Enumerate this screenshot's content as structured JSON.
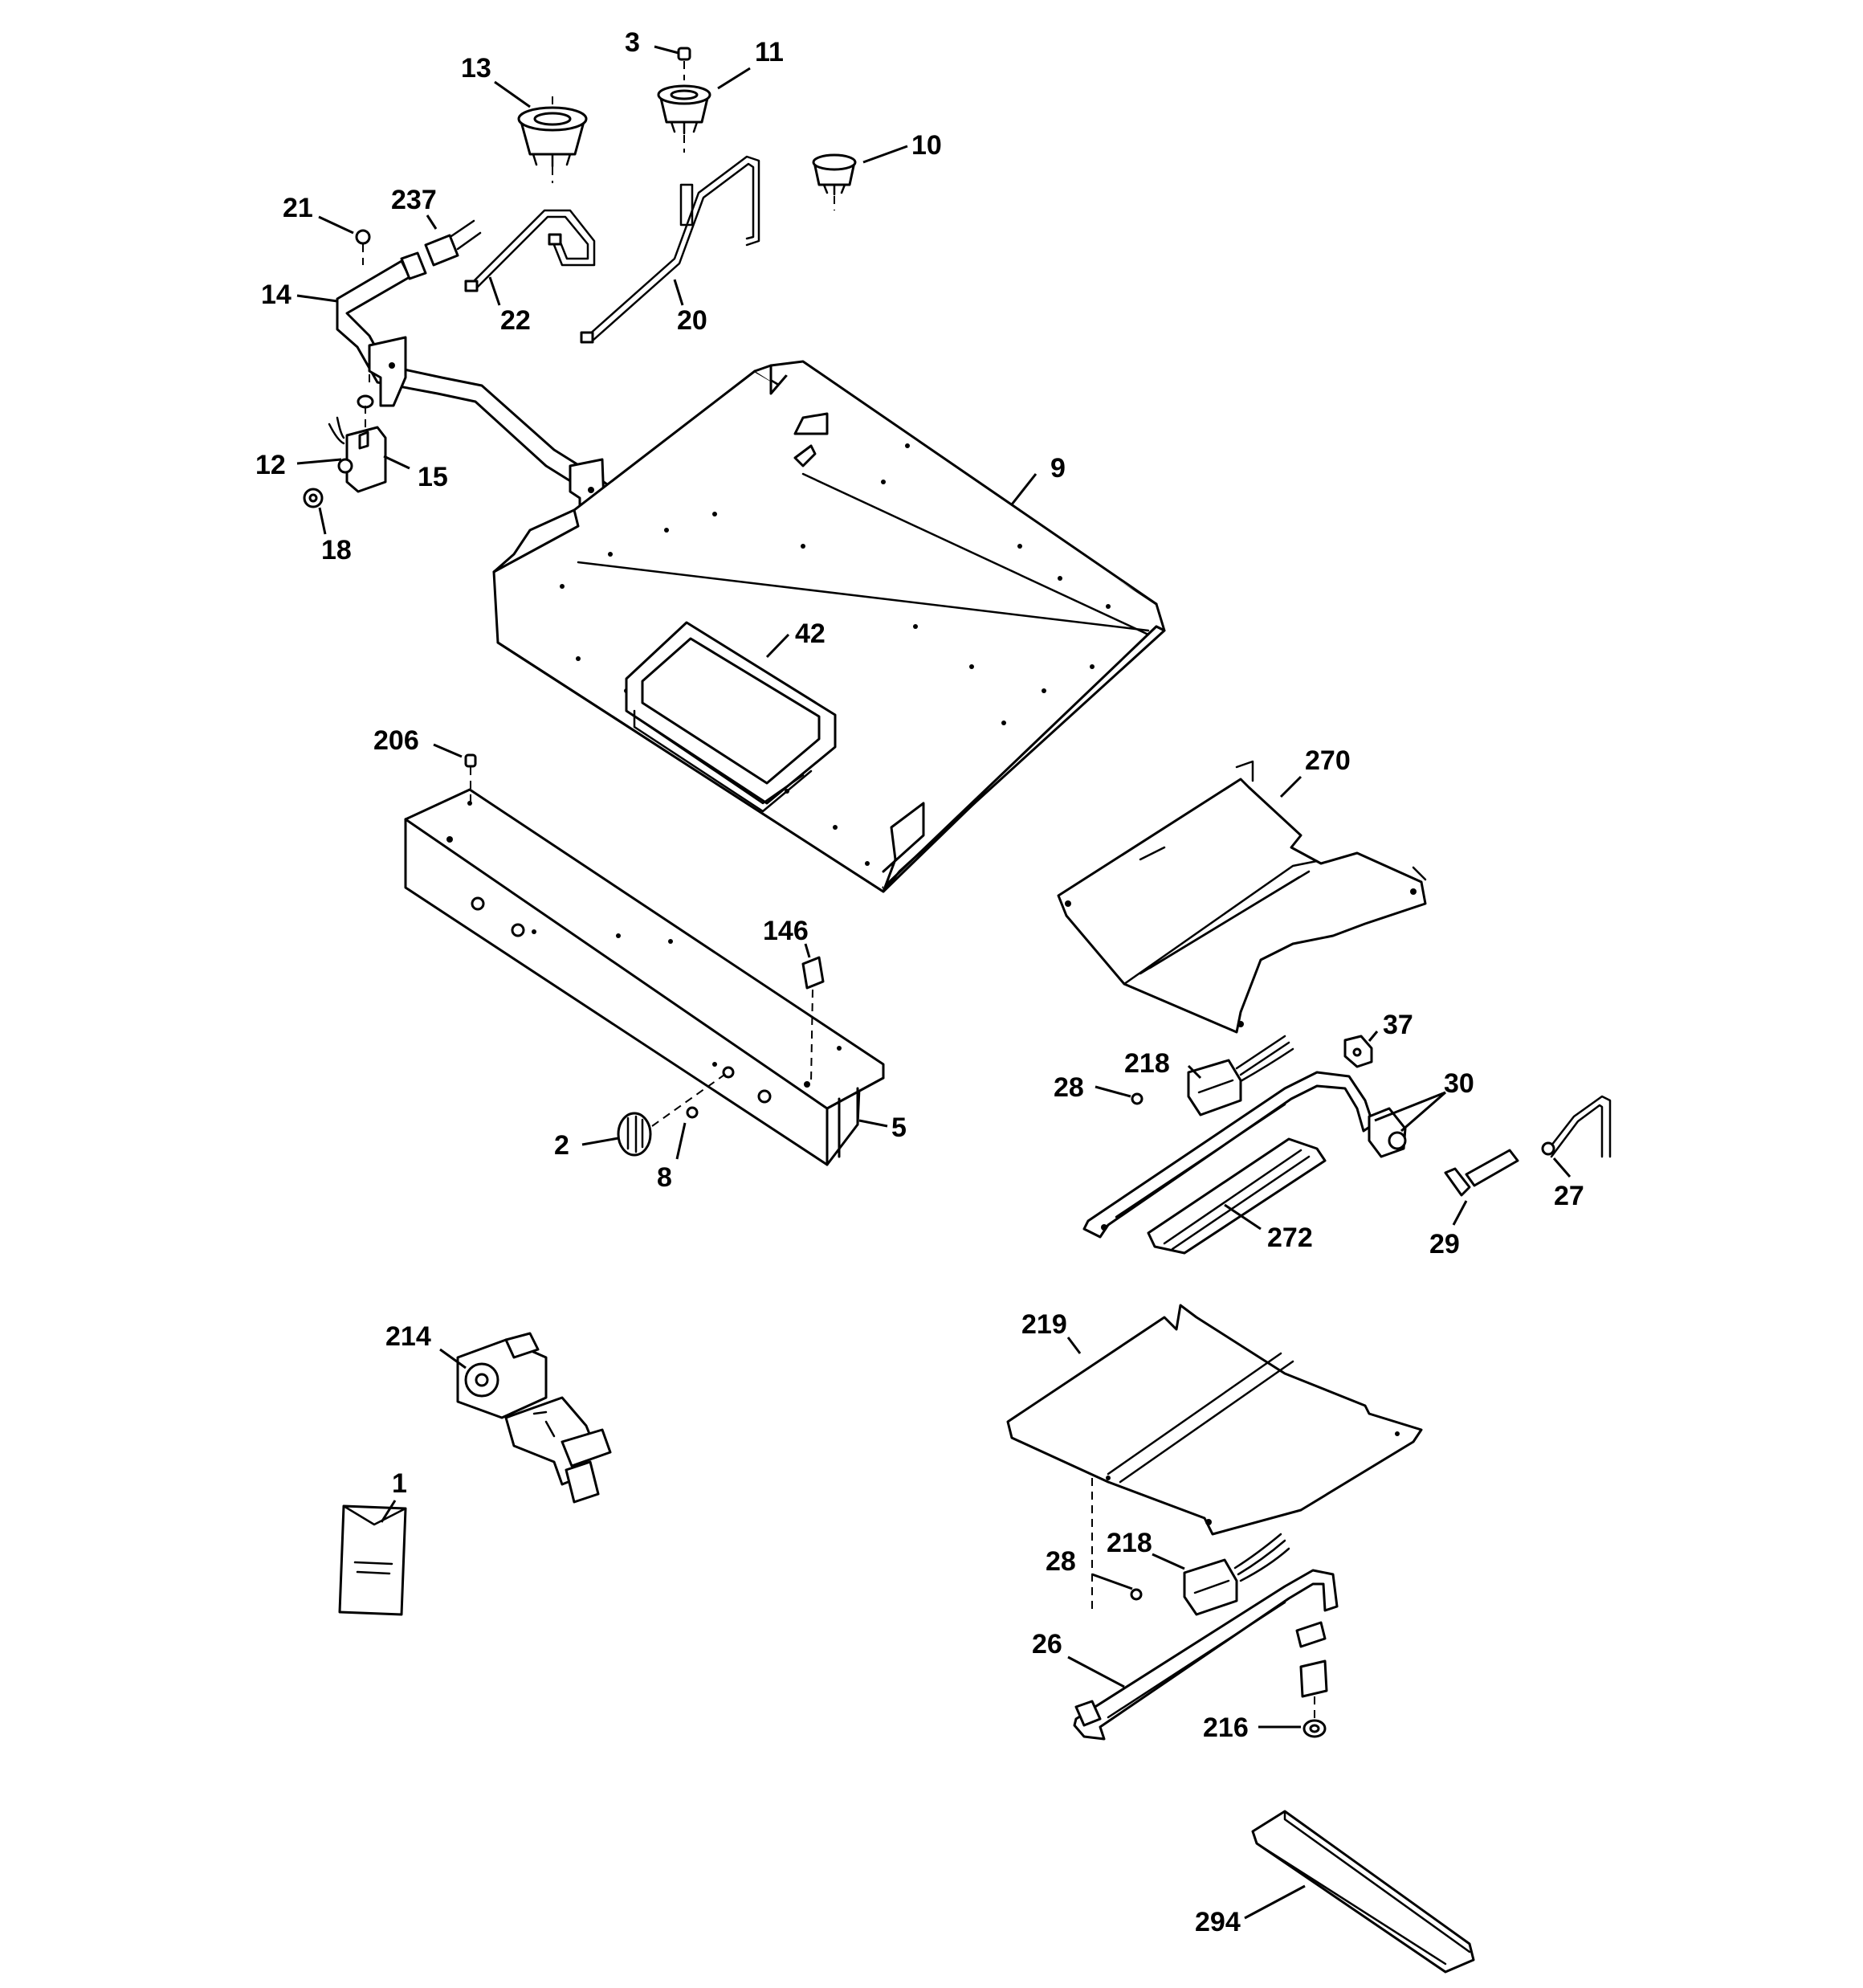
{
  "callouts": {
    "c1": "1",
    "c2": "2",
    "c3": "3",
    "c5": "5",
    "c8": "8",
    "c9": "9",
    "c10": "10",
    "c11": "11",
    "c12": "12",
    "c13": "13",
    "c14": "14",
    "c15": "15",
    "c18": "18",
    "c20": "20",
    "c21": "21",
    "c22": "22",
    "c26": "26",
    "c27": "27",
    "c28a": "28",
    "c28b": "28",
    "c29": "29",
    "c30": "30",
    "c37": "37",
    "c42": "42",
    "c146": "146",
    "c206": "206",
    "c214": "214",
    "c216": "216",
    "c218a": "218",
    "c218b": "218",
    "c219": "219",
    "c237": "237",
    "c270": "270",
    "c272": "272",
    "c294": "294"
  },
  "colors": {
    "ink": "#000000",
    "paper": "#ffffff"
  }
}
